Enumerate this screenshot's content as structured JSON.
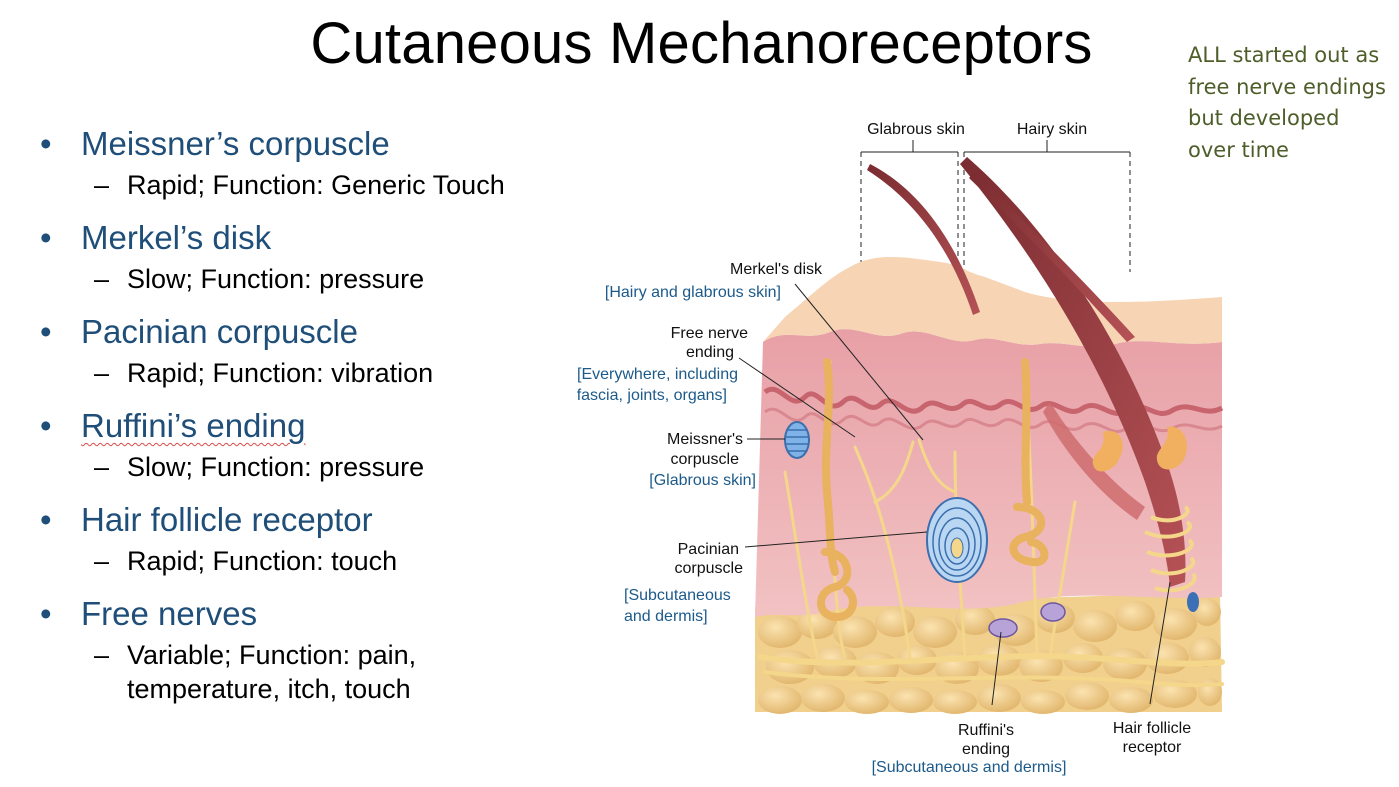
{
  "title": "Cutaneous Mechanoreceptors",
  "note": "ALL started out as free nerve endings but developed over time",
  "bullets": [
    {
      "name": "Meissner’s corpuscle",
      "detail": "Rapid; Function: Generic Touch"
    },
    {
      "name": "Merkel’s disk",
      "detail": "Slow; Function: pressure"
    },
    {
      "name": "Pacinian corpuscle",
      "detail": "Rapid; Function: vibration"
    },
    {
      "name": "Ruffini’s ending",
      "detail": "Slow; Function: pressure"
    },
    {
      "name": "Hair follicle receptor",
      "detail": "Rapid; Function: touch"
    },
    {
      "name": "Free nerves",
      "detail_line1": "Variable; Function: pain,",
      "detail_line2": "temperature, itch, touch"
    }
  ],
  "diagram": {
    "glabrous_skin": "Glabrous skin",
    "hairy_skin": "Hairy skin",
    "merkel": "Merkel's disk",
    "merkel_sub": "[Hairy and glabrous skin]",
    "free_nerve_1": "Free nerve",
    "free_nerve_2": "ending",
    "free_nerve_sub_1": "[Everywhere, including",
    "free_nerve_sub_2": "fascia, joints, organs]",
    "meissner_1": "Meissner's",
    "meissner_2": "corpuscle",
    "meissner_sub": "[Glabrous skin]",
    "pacinian_1": "Pacinian",
    "pacinian_2": "corpuscle",
    "pacinian_sub_1": "[Subcutaneous",
    "pacinian_sub_2": "and dermis]",
    "ruffini_1": "Ruffini's",
    "ruffini_2": "ending",
    "ruffini_sub": "[Subcutaneous and dermis]",
    "hair_1": "Hair follicle",
    "hair_2": "receptor"
  }
}
